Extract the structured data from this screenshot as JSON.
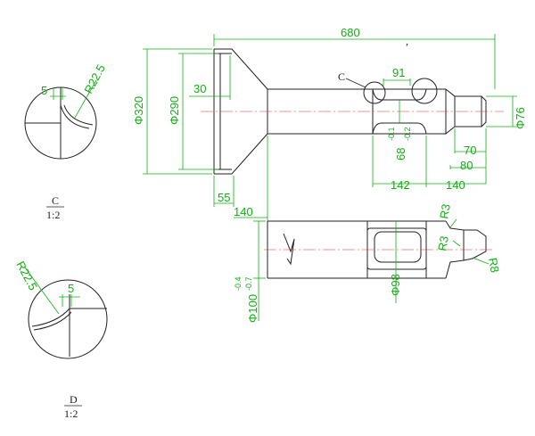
{
  "colors": {
    "dimension": "#10b010",
    "outline": "#202020",
    "centerline": "#e03030",
    "background": "#ffffff"
  },
  "dims": {
    "overall_length": "680",
    "flange_outer_dia": "Φ320",
    "flange_inner_dia": "Φ290",
    "flange_depth": "30",
    "slot_spacing": "91",
    "end_dia": "Φ76",
    "slot_depth": "68",
    "slot_depth_tol_upper": "-0.1",
    "slot_depth_tol_lower": "-0.2",
    "len_70": "70",
    "len_80": "80",
    "len_142": "142",
    "len_140_right": "140",
    "len_55": "55",
    "len_140_left": "140",
    "radius_r3_top": "R3",
    "radius_r3_mid": "R3",
    "radius_r8": "R8",
    "shaft_dia": "Φ98",
    "body_dia": "Φ100",
    "body_dia_tol_upper": "-0.4",
    "body_dia_tol_lower": "-0.7"
  },
  "section_markers": {
    "c_callout": "C",
    "tick": ","
  },
  "detail_c": {
    "gap": "5",
    "radius": "R22.5",
    "title": "C",
    "scale": "1:2"
  },
  "detail_d": {
    "gap": "5",
    "radius": "R22.5",
    "title": "D",
    "scale": "1:2"
  }
}
